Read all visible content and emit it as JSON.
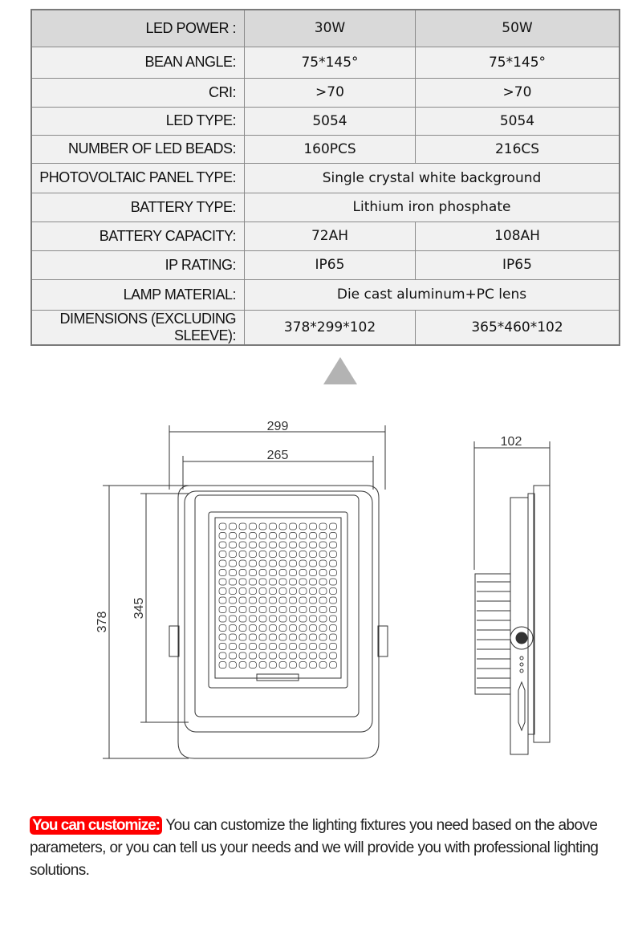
{
  "spec_table": {
    "rows": [
      {
        "label": "LED POWER :",
        "v1": "30W",
        "v2": "50W"
      },
      {
        "label": "BEAN ANGLE:",
        "v1": "75*145°",
        "v2": "75*145°"
      },
      {
        "label": "CRI:",
        "v1": ">70",
        "v2": ">70"
      },
      {
        "label": "LED TYPE:",
        "v1": "5054",
        "v2": "5054"
      },
      {
        "label": "NUMBER OF LED BEADS:",
        "v1": "160PCS",
        "v2": "216CS"
      },
      {
        "label": "PHOTOVOLTAIC PANEL TYPE:",
        "v": "Single crystal white background"
      },
      {
        "label": "BATTERY TYPE:",
        "v": "Lithium iron phosphate"
      },
      {
        "label": "BATTERY CAPACITY:",
        "v1": "72AH",
        "v2": "108AH"
      },
      {
        "label": "IP RATING:",
        "v1": "IP65",
        "v2": "IP65"
      },
      {
        "label": "LAMP MATERIAL:",
        "v": "Die cast aluminum+PC lens"
      },
      {
        "label": "DIMENSIONS (EXCLUDING SLEEVE):",
        "v1": "378*299*102",
        "v2": "365*460*102"
      }
    ]
  },
  "drawing": {
    "width_outer": "299",
    "width_inner": "265",
    "height_outer": "378",
    "height_inner": "345",
    "depth": "102"
  },
  "note": {
    "badge": "You can customize:",
    "text": " You can customize the lighting fixtures you need based on the above parameters, or you can tell us your needs and we will provide you with professional lighting solutions."
  }
}
